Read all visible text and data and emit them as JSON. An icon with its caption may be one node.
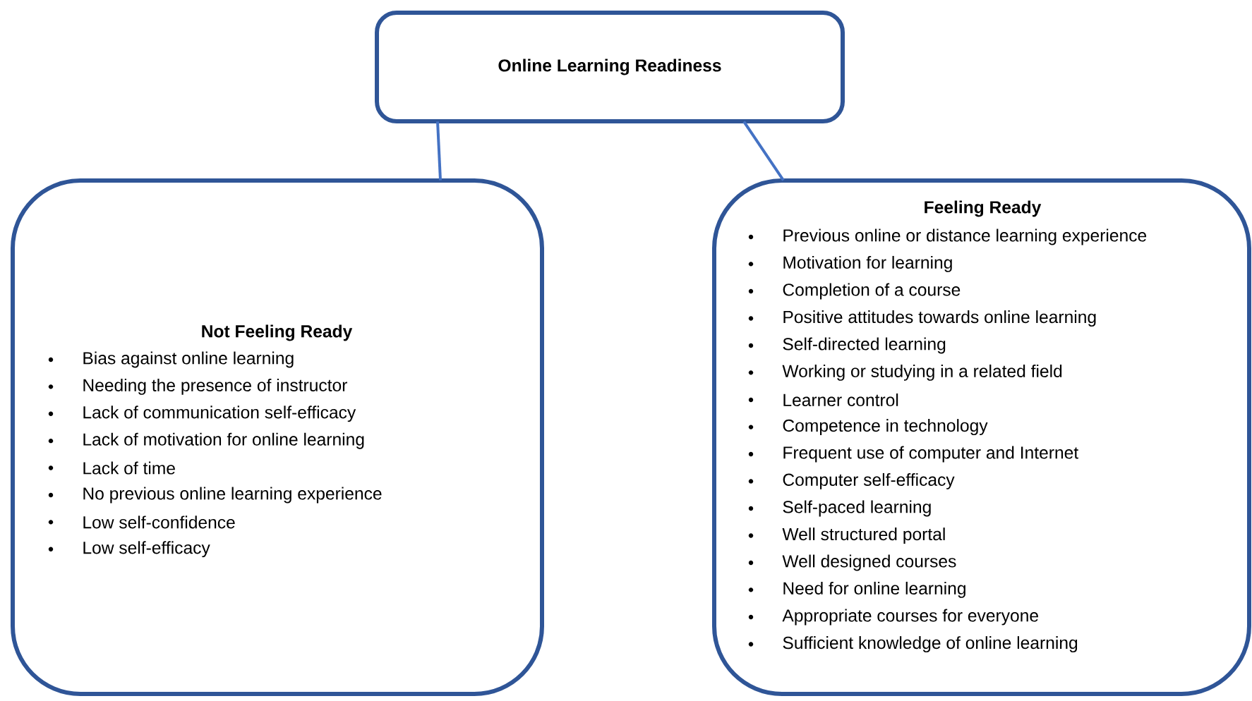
{
  "diagram": {
    "nodes": [
      {
        "text": [
          "Online Learning Readiness"
        ]
      },
      {
        "text": [
          "Not Feeling Ready",
          "Bias against online learning",
          "Needing the presence of instructor",
          "Lack of communication self-efficacy",
          "Lack of motivation for online learning",
          "Lack of time",
          "No previous online learning experience",
          "Low self-confidence",
          "Low self-efficacy"
        ]
      },
      {
        "text": [
          "Feeling Ready",
          "Previous online or distance learning experience",
          "Motivation for learning",
          "Completion of a course",
          "Positive attitudes towards online learning",
          "Self-directed learning",
          "Working or studying in a related field",
          "Learner control",
          "Competence in technology",
          "Frequent use of computer and Internet",
          "Computer self-efficacy",
          "Self-paced learning",
          "Well structured portal",
          "Well designed courses",
          "Need for online learning",
          "Appropriate courses for everyone",
          "Sufficient knowledge of online learning"
        ]
      }
    ],
    "edges": [
      {
        "from": 0,
        "to": 1,
        "arrow": "none"
      },
      {
        "from": 0,
        "to": 2,
        "arrow": "none"
      }
    ]
  }
}
